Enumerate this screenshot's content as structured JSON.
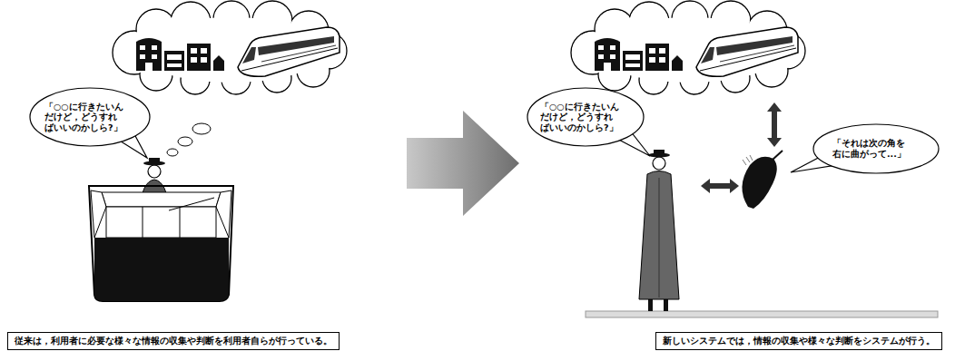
{
  "diagram": {
    "nodes": [
      {
        "text": [
          "「○○に行きたいん だけど，どうすれ ばいいのかしら?」"
        ]
      },
      {
        "text": [
          "従来は，利用者に必要な様々な情報の収集や判断を利用者自らが行っている。"
        ]
      },
      {
        "text": [
          "「○○に行きたいん だけど，どうすれ ばいいのかしら?」"
        ]
      },
      {
        "text": [
          "「それは次の角を 右に曲がって...」"
        ]
      },
      {
        "text": [
          "新しいシステムでは，情報の収集や様々な判断をシステムが行う。"
        ]
      }
    ]
  }
}
